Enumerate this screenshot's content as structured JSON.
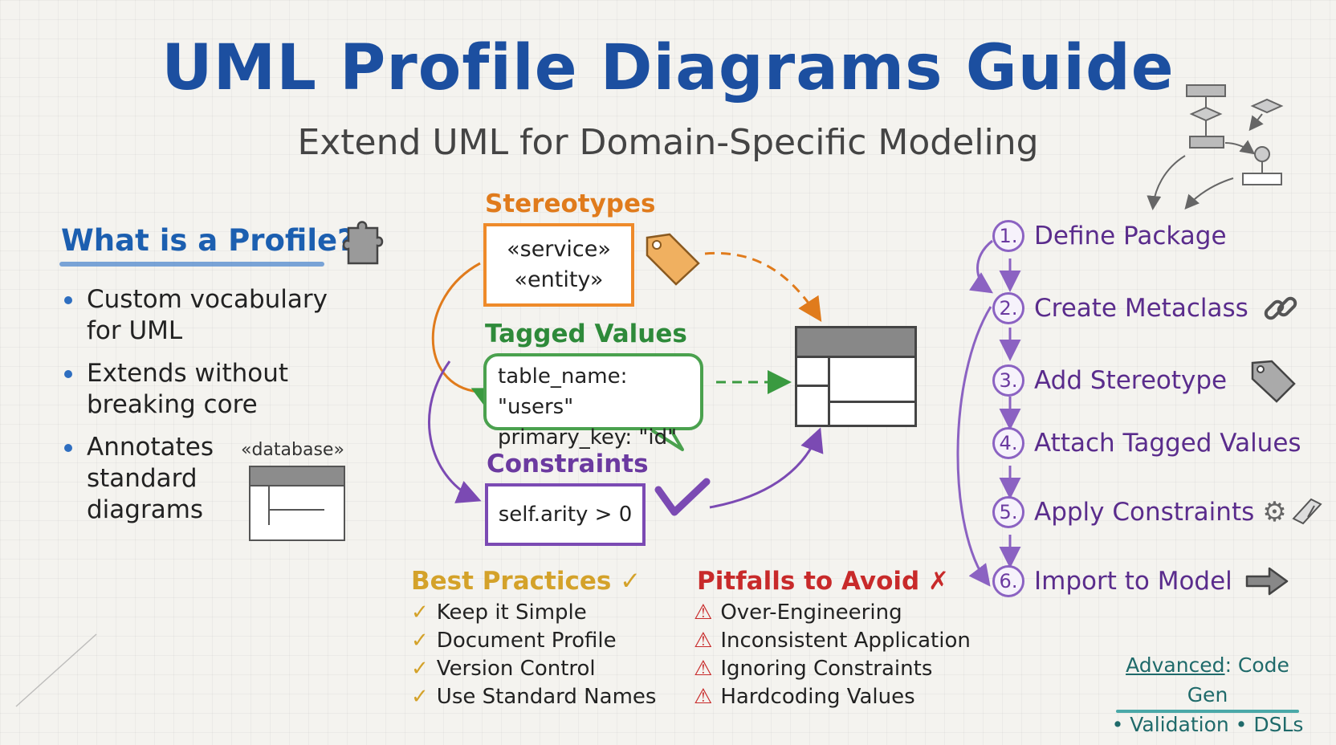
{
  "title": "UML Profile Diagrams Guide",
  "subtitle": "Extend UML for Domain-Specific Modeling",
  "profile": {
    "heading": "What is a Profile?",
    "bullets": [
      [
        "Custom vocabulary",
        "for UML"
      ],
      [
        "Extends without",
        "breaking core"
      ],
      [
        "Annotates",
        "standard",
        "diagrams"
      ]
    ],
    "database_label": "«database»"
  },
  "stereotypes": {
    "heading": "Stereotypes",
    "lines": [
      "«service»",
      "«entity»"
    ]
  },
  "tagged_values": {
    "heading": "Tagged Values",
    "lines": [
      "table_name: \"users\"",
      "primary_key: \"id\""
    ]
  },
  "constraints": {
    "heading": "Constraints",
    "expression": "self.arity > 0"
  },
  "best_practices": {
    "heading": "Best Practices ✓",
    "items": [
      "Keep it Simple",
      "Document Profile",
      "Version Control",
      "Use Standard Names"
    ]
  },
  "pitfalls": {
    "heading": "Pitfalls to Avoid ✗",
    "items": [
      "Over-Engineering",
      "Inconsistent Application",
      "Ignoring Constraints",
      "Hardcoding Values"
    ]
  },
  "steps": [
    {
      "num": "1.",
      "label": "Define Package",
      "icon": ""
    },
    {
      "num": "2.",
      "label": "Create Metaclass",
      "icon": "link-icon"
    },
    {
      "num": "3.",
      "label": "Add Stereotype",
      "icon": "tag-icon"
    },
    {
      "num": "4.",
      "label": "Attach Tagged Values",
      "icon": ""
    },
    {
      "num": "5.",
      "label": "Apply Constraints",
      "icon": "gear-icon"
    },
    {
      "num": "6.",
      "label": "Import to Model",
      "icon": "arrow-right-icon"
    }
  ],
  "advanced": {
    "prefix": "Advanced",
    "line1_rest": ": Code Gen",
    "line2": "• Validation • DSLs"
  },
  "colors": {
    "title": "#1c4fa0",
    "stereotypes": "#ee8a2a",
    "tagged_values": "#4aa14e",
    "constraints": "#7b4ab3",
    "best_practices": "#d4a22a",
    "pitfalls": "#c82a2a",
    "steps": "#6b3aa0",
    "advanced": "#1f6a6a"
  }
}
